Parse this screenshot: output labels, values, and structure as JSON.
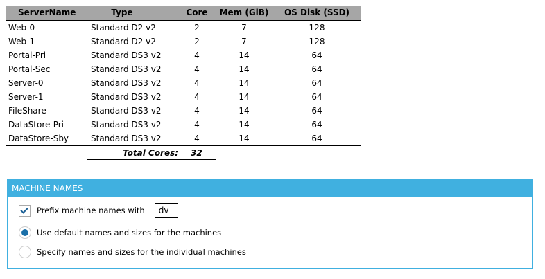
{
  "table": {
    "headers": [
      "ServerName",
      "Type",
      "Core",
      "Mem (GiB)",
      "OS Disk (SSD)"
    ],
    "rows": [
      [
        "Web-0",
        "Standard D2 v2",
        "2",
        "7",
        "128"
      ],
      [
        "Web-1",
        "Standard D2 v2",
        "2",
        "7",
        "128"
      ],
      [
        "Portal-Pri",
        "Standard DS3 v2",
        "4",
        "14",
        "64"
      ],
      [
        "Portal-Sec",
        "Standard DS3 v2",
        "4",
        "14",
        "64"
      ],
      [
        "Server-0",
        "Standard DS3 v2",
        "4",
        "14",
        "64"
      ],
      [
        "Server-1",
        "Standard DS3 v2",
        "4",
        "14",
        "64"
      ],
      [
        "FileShare",
        "Standard DS3 v2",
        "4",
        "14",
        "64"
      ],
      [
        "DataStore-Pri",
        "Standard DS3 v2",
        "4",
        "14",
        "64"
      ],
      [
        "DataStore-Sby",
        "Standard DS3 v2",
        "4",
        "14",
        "64"
      ]
    ],
    "total_label": "Total Cores:",
    "total_value": "32"
  },
  "panel": {
    "title": "MACHINE NAMES",
    "prefix_label": "Prefix machine names with",
    "prefix_checked": true,
    "prefix_value": "dv",
    "option_default": "Use default names and sizes for the machines",
    "option_specify": "Specify names and sizes for the individual machines",
    "selected": "default"
  }
}
